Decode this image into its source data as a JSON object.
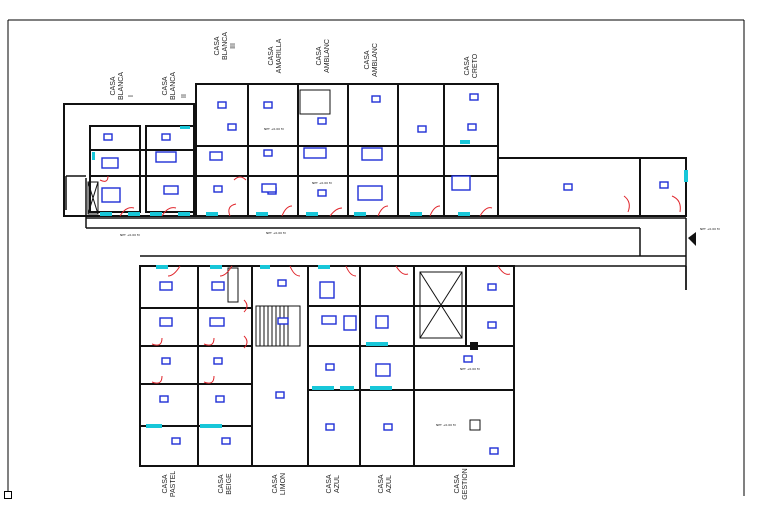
{
  "drawing": {
    "top_zones": [
      {
        "id": "bb1",
        "line1": "CASA",
        "line2": "BLANCA",
        "suffix": "I"
      },
      {
        "id": "bb2",
        "line1": "CASA",
        "line2": "BLANCA",
        "suffix": "II"
      },
      {
        "id": "bb3",
        "line1": "CASA",
        "line2": "BLANCA",
        "suffix": "III"
      },
      {
        "id": "am1",
        "line1": "CASA",
        "line2": "AMARILLA",
        "suffix": ""
      },
      {
        "id": "amb1",
        "line1": "CASA",
        "line2": "AMBLANC",
        "suffix": ""
      },
      {
        "id": "amb2",
        "line1": "CASA",
        "line2": "AMBLANC",
        "suffix": ""
      },
      {
        "id": "cre",
        "line1": "CASA",
        "line2": "CRETO",
        "suffix": ""
      }
    ],
    "bottom_zones": [
      {
        "id": "pastel",
        "line1": "CASA",
        "line2": "PASTEL"
      },
      {
        "id": "beige",
        "line1": "CASA",
        "line2": "BEIGE"
      },
      {
        "id": "limon",
        "line1": "CASA",
        "line2": "LIMON"
      },
      {
        "id": "azul1",
        "line1": "CASA",
        "line2": "AZUL"
      },
      {
        "id": "azul2",
        "line1": "CASA",
        "line2": "AZUL"
      },
      {
        "id": "gestion",
        "line1": "CASA",
        "line2": "GESTION"
      }
    ],
    "level_tag": "NPT +0.00 M",
    "colors": {
      "wall": "#111111",
      "furniture": "#1f2fd6",
      "window": "#18c7d9",
      "door": "#e0262c",
      "paper": "#ffffff"
    }
  }
}
